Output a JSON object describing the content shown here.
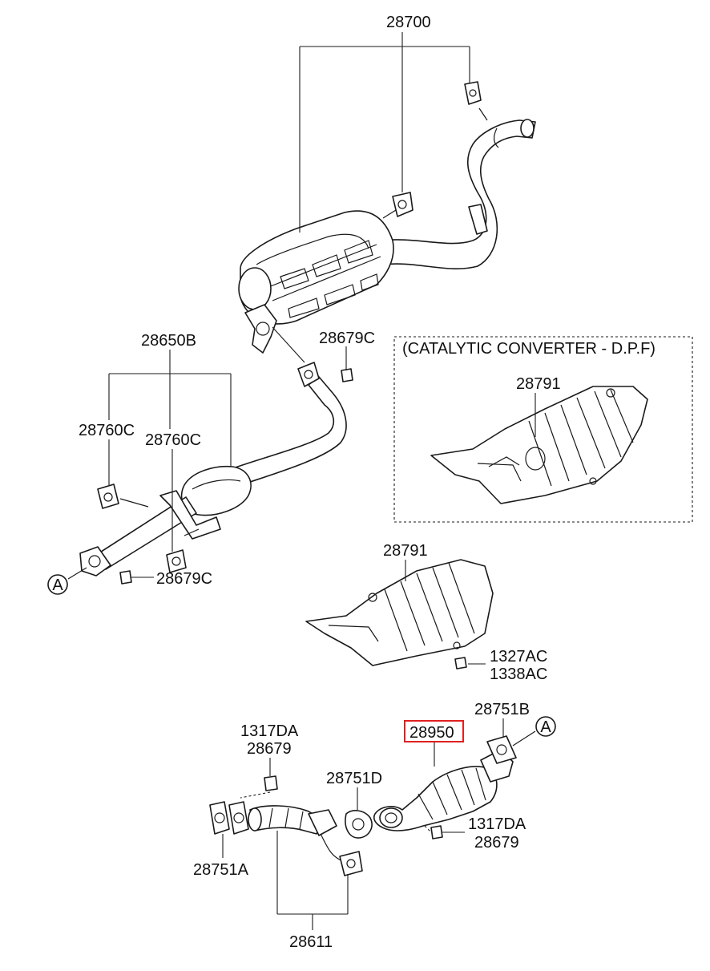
{
  "labels": {
    "main_muffler": "28700",
    "center_muffler": "28650B",
    "hanger_left": "28760C",
    "hanger_center": "28760C",
    "nut_upper": "28679C",
    "nut_lower": "28679C",
    "dpf_note": "(CATALYTIC CONVERTER - D.P.F)",
    "heat_shield_dpf": "28791",
    "heat_shield": "28791",
    "bolt_shield_a": "1327AC",
    "bolt_shield_b": "1338AC",
    "stud_left_a": "1317DA",
    "stud_left_b": "28679",
    "gasket_front": "28751A",
    "gasket_mid": "28751D",
    "gasket_rear": "28751B",
    "catalytic_converter": "28950",
    "stud_right_a": "1317DA",
    "stud_right_b": "28679",
    "front_pipe": "28611",
    "ref_a_upper": "A",
    "ref_a_lower": "A"
  },
  "highlight": {
    "part": "28950",
    "color": "#e02020"
  },
  "colors": {
    "line": "#1a1a1a",
    "background": "#ffffff"
  }
}
